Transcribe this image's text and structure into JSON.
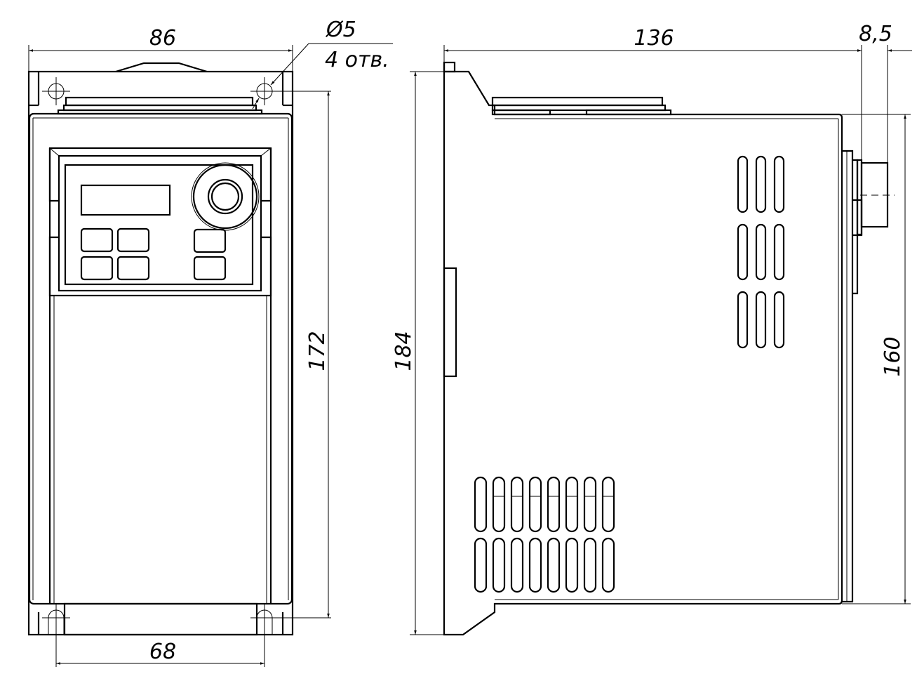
{
  "drawing": {
    "front_view": {
      "width_label": "86",
      "hole_pitch_label": "68",
      "hole_height_label": "172",
      "hole_diameter_label": "Ø5",
      "hole_count_label": "4 отв."
    },
    "side_view": {
      "depth_label": "136",
      "connector_label": "8,5",
      "height_label": "184",
      "body_height_label": "160"
    },
    "line_color": "#000000",
    "background": "#ffffff"
  }
}
